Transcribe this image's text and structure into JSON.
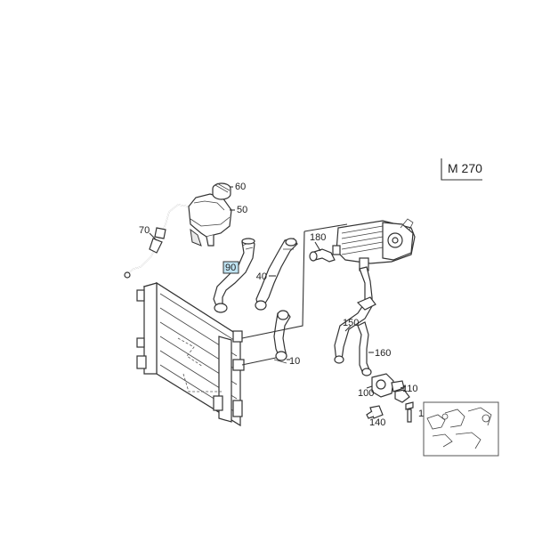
{
  "diagram": {
    "model_code": "M 270",
    "highlighted_part": "90",
    "part_labels": {
      "p60": "60",
      "p50": "50",
      "p70": "70",
      "p90": "90",
      "p40": "40",
      "p180": "180",
      "p150": "150",
      "p160": "160",
      "p10": "10",
      "p100": "100",
      "p110": "110",
      "p120": "1",
      "p140": "140"
    },
    "highlight_color": "#bfe3f2"
  }
}
